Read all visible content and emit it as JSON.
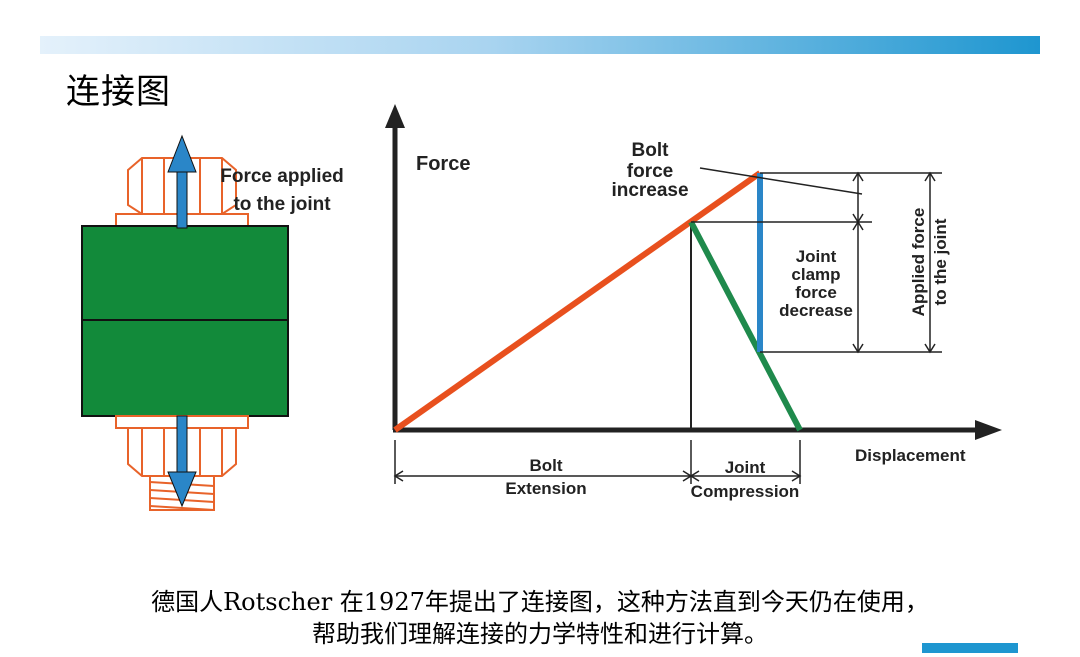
{
  "slide": {
    "title": "连接图",
    "caption_line1": "德国人Rotscher 在1927年提出了连接图，这种方法直到今天仍在使用，",
    "caption_line2": "帮助我们理解连接的力学特性和进行计算。"
  },
  "left_figure": {
    "force_label_line1": "Force applied",
    "force_label_line2": "to the joint"
  },
  "diagram": {
    "y_axis_label": "Force",
    "x_axis_label": "Displacement",
    "bolt_increase_line1": "Bolt",
    "bolt_increase_line2": "force",
    "bolt_increase_line3": "increase",
    "clamp_line1": "Joint",
    "clamp_line2": "clamp",
    "clamp_line3": "force",
    "clamp_line4": "decrease",
    "applied_line1": "Applied force",
    "applied_line2": "to the joint",
    "bolt_ext_line1": "Bolt",
    "bolt_ext_line2": "Extension",
    "joint_comp_line1": "Joint",
    "joint_comp_line2": "Compression"
  },
  "colors": {
    "bolt_line": "#e8501e",
    "joint_line": "#1f8a4c",
    "applied_force_line": "#2a86c8",
    "plate": "#128a3a",
    "bolt_outline": "#e8632a",
    "arrow_fill": "#2a86c8"
  }
}
